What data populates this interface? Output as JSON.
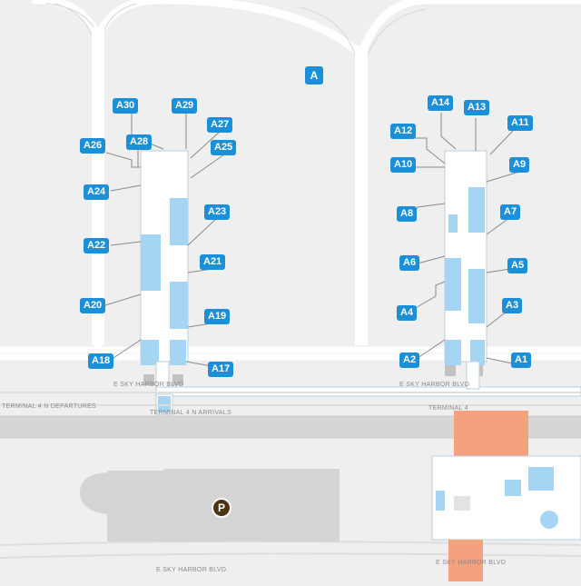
{
  "concourse_label": "A",
  "gates_left": {
    "a30": "A30",
    "a29": "A29",
    "a28": "A28",
    "a27": "A27",
    "a26": "A26",
    "a25": "A25",
    "a24": "A24",
    "a23": "A23",
    "a22": "A22",
    "a21": "A21",
    "a20": "A20",
    "a19": "A19",
    "a18": "A18",
    "a17": "A17"
  },
  "gates_right": {
    "a14": "A14",
    "a13": "A13",
    "a12": "A12",
    "a11": "A11",
    "a10": "A10",
    "a9": "A9",
    "a8": "A8",
    "a7": "A7",
    "a6": "A6",
    "a5": "A5",
    "a4": "A4",
    "a3": "A3",
    "a2": "A2",
    "a1": "A1"
  },
  "roads": {
    "sky_harbor_left": "E SKY HARBOR BLVD",
    "sky_harbor_right": "E SKY HARBOR BLVD",
    "departures": "TERMINAL 4 N DEPARTURES",
    "arrivals": "TERMINAL 4 N ARRIVALS",
    "terminal_right": "TERMINAL 4",
    "bottom_road": "E SKY HARBOR BLVD",
    "bottom_left_road": "E SKY HARBOR BLVD"
  },
  "parking_label": "P",
  "colors": {
    "background": "#efefef",
    "building": "#ffffff",
    "outline": "#b9cfe0",
    "gate_area": "#a6d5f3",
    "gate_badge": "#1b8fd8",
    "roads": "#d0d0d0",
    "highlight": "#f4a17d",
    "parking_structure": "#d4d4d4",
    "parking_icon": "#4b3412"
  }
}
